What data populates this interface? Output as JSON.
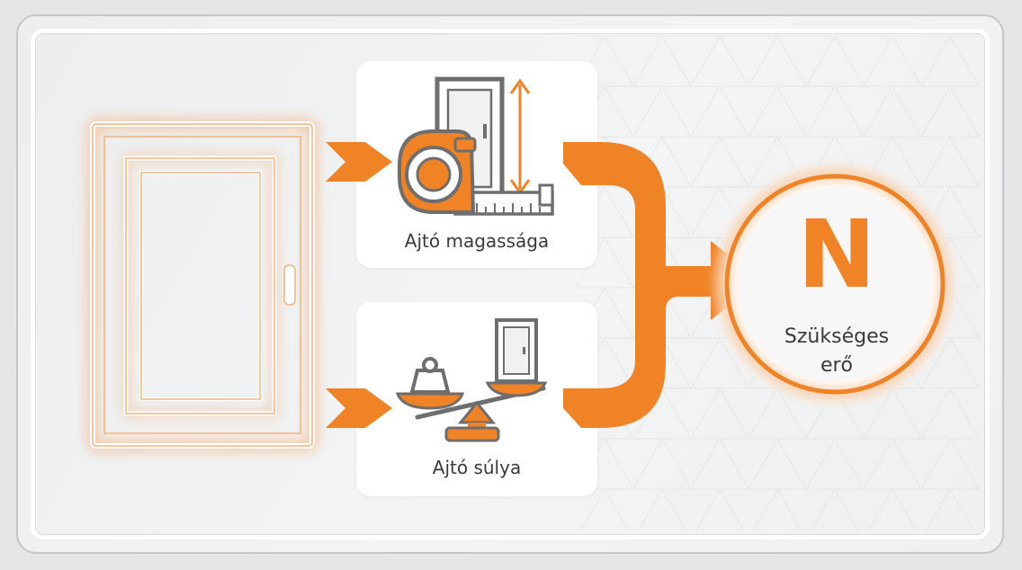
{
  "inputs": {
    "height": {
      "label": "Ajtó magassága",
      "icon": "door-height-measure-icon"
    },
    "weight": {
      "label": "Ajtó súlya",
      "icon": "door-weight-scale-icon"
    }
  },
  "result": {
    "symbol": "N",
    "label_line1": "Szükséges",
    "label_line2": "erő"
  },
  "colors": {
    "accent": "#ef8326",
    "accent_dark": "#d86f17",
    "icon_gray": "#6e6e6e",
    "card_bg": "#ffffff",
    "background": "#eceeef"
  }
}
